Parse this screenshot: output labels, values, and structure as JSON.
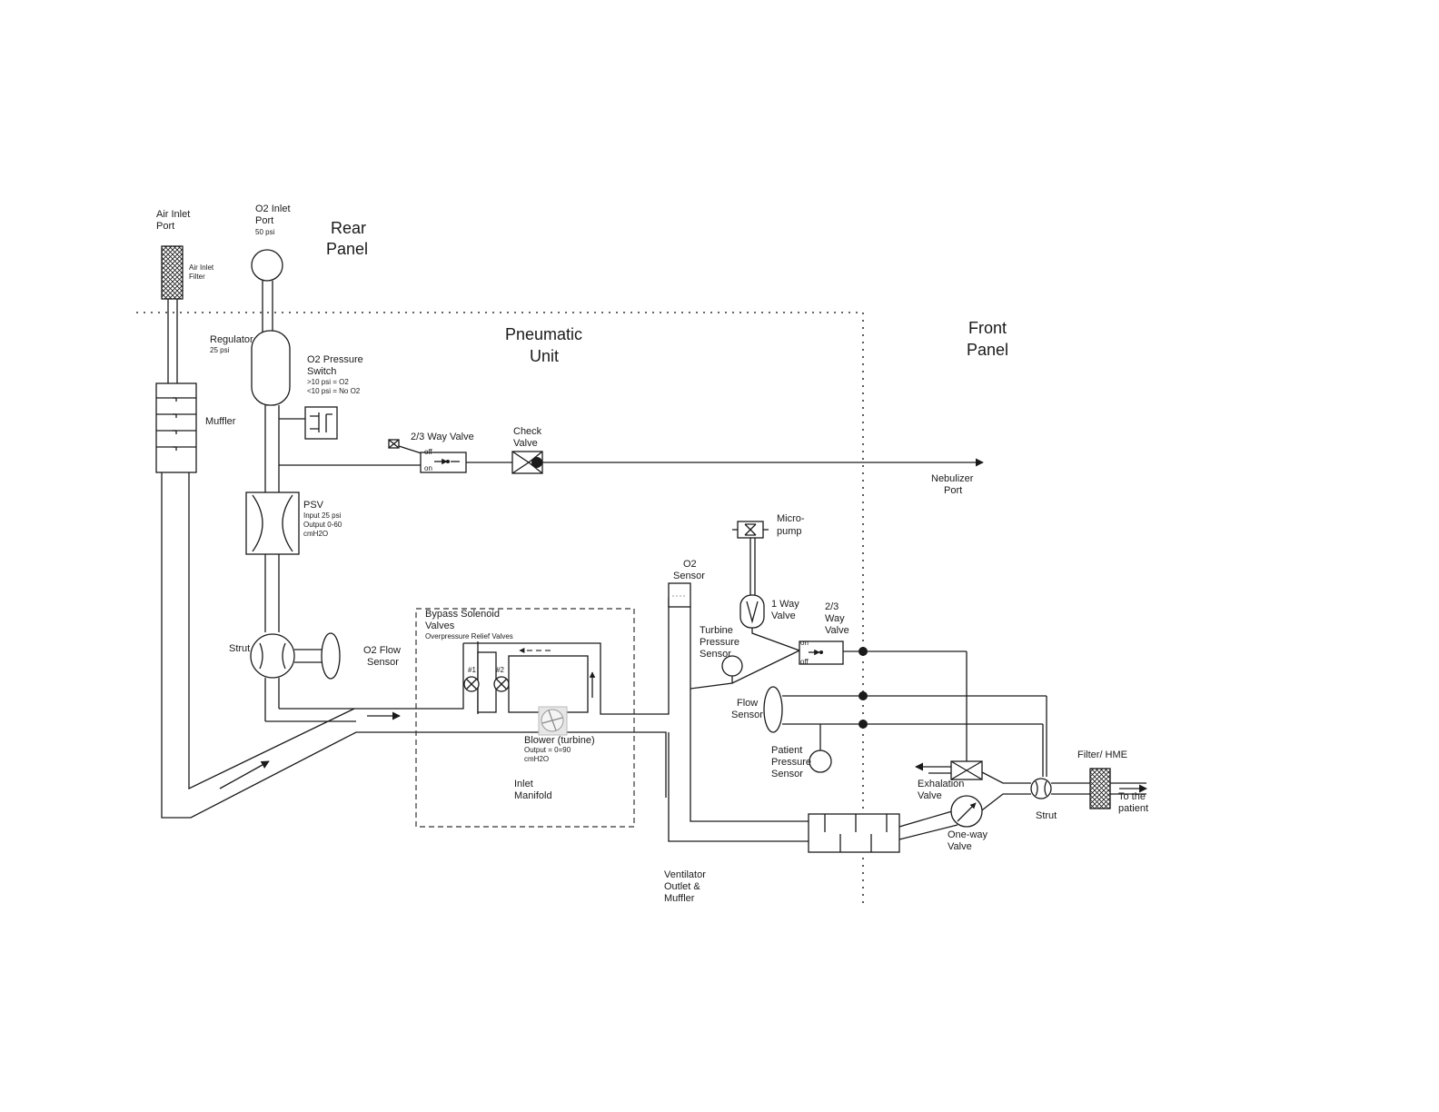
{
  "sections": {
    "rear_panel": [
      "Rear",
      "Panel"
    ],
    "pneumatic_unit": [
      "Pneumatic",
      "Unit"
    ],
    "front_panel": [
      "Front",
      "Panel"
    ]
  },
  "components": {
    "air_inlet_port": [
      "Air Inlet",
      "Port"
    ],
    "air_inlet_filter": [
      "Air Inlet",
      "Filter"
    ],
    "o2_inlet_port": [
      "O2 Inlet",
      "Port"
    ],
    "o2_inlet_pressure": "50 psi",
    "regulator": "Regulator",
    "regulator_pressure": "25 psi",
    "o2_pressure_switch": [
      "O2 Pressure",
      "Switch"
    ],
    "o2_pressure_switch_notes": [
      ">10 psi = O2",
      "<10 psi = No O2"
    ],
    "muffler": "Muffler",
    "two_three_way_valve_top": "2/3 Way Valve",
    "check_valve": [
      "Check",
      "Valve"
    ],
    "nebulizer_port": [
      "Nebulizer",
      "Port"
    ],
    "psv": "PSV",
    "psv_notes": [
      "Input 25 psi",
      "Output 0-60",
      "cmH2O"
    ],
    "micro_pump": [
      "Micro-",
      "pump"
    ],
    "o2_sensor": [
      "O2",
      "Sensor"
    ],
    "one_way_valve": [
      "1 Way",
      "Valve"
    ],
    "two_three_way_valve_front": [
      "2/3",
      "Way",
      "Valve"
    ],
    "turbine_pressure_sensor": [
      "Turbine",
      "Pressure",
      "Sensor"
    ],
    "strut": "Strut",
    "o2_flow_sensor": [
      "O2 Flow",
      "Sensor"
    ],
    "bypass_solenoid_valves": [
      "Bypass Solenoid",
      "Valves"
    ],
    "overpressure_relief_valves": "Overpressure Relief Valves",
    "valve_no1": "#1",
    "valve_no2": "#2",
    "blower": "Blower (turbine)",
    "blower_notes": [
      "Output = 0=90",
      "cmH2O"
    ],
    "inlet_manifold": [
      "Inlet",
      "Manifold"
    ],
    "flow_sensor": [
      "Flow",
      "Sensor"
    ],
    "patient_pressure_sensor": [
      "Patient",
      "Pressure",
      "Sensor"
    ],
    "exhalation_valve": [
      "Exhalation",
      "Valve"
    ],
    "filter_hme": "Filter/ HME",
    "to_the_patient": [
      "To the",
      "patient"
    ],
    "strut_front": "Strut",
    "one_way_valve_lower": [
      "One-way",
      "Valve"
    ],
    "ventilator_outlet_muffler": [
      "Ventilator",
      "Outlet &",
      "Muffler"
    ],
    "valve_on": "on",
    "valve_off": "off"
  }
}
